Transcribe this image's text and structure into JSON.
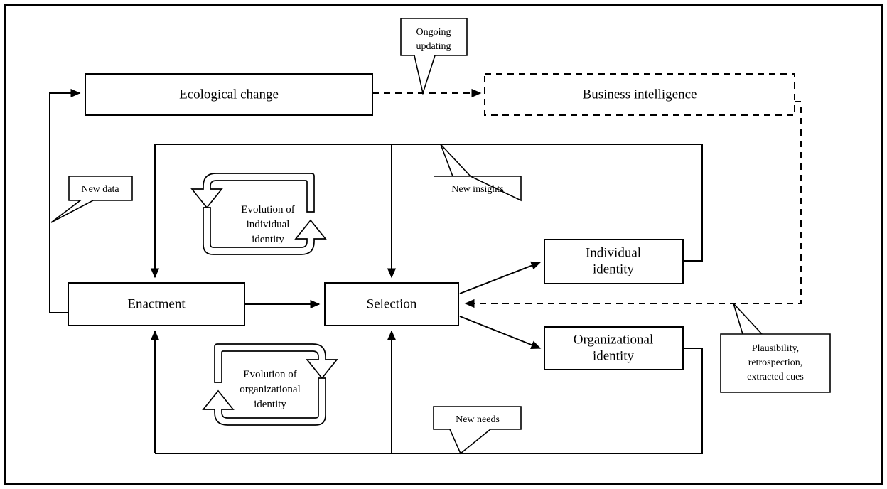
{
  "diagram": {
    "title": "Sensemaking and business intelligence process model",
    "colors": {
      "line": "#000000",
      "background": "#ffffff",
      "box_fill": "#ffffff"
    },
    "boxes": [
      {
        "id": "ecological-change",
        "label": "Ecological change",
        "style": "solid"
      },
      {
        "id": "business-intelligence",
        "label": "Business intelligence",
        "style": "dashed"
      },
      {
        "id": "enactment",
        "label": "Enactment",
        "style": "solid"
      },
      {
        "id": "selection",
        "label": "Selection",
        "style": "solid"
      },
      {
        "id": "individual-identity",
        "label_line1": "Individual",
        "label_line2": "identity",
        "style": "solid"
      },
      {
        "id": "organizational-identity",
        "label_line1": "Organizational",
        "label_line2": "identity",
        "style": "solid"
      }
    ],
    "cycles": [
      {
        "id": "evolution-individual-identity",
        "line1": "Evolution of",
        "line2": "individual",
        "line3": "identity"
      },
      {
        "id": "evolution-organizational-identity",
        "line1": "Evolution of",
        "line2": "organizational",
        "line3": "identity"
      }
    ],
    "callouts": [
      {
        "id": "ongoing-updating",
        "line1": "Ongoing",
        "line2": "updating"
      },
      {
        "id": "new-data",
        "line1": "New data"
      },
      {
        "id": "new-insights",
        "line1": "New insights"
      },
      {
        "id": "new-needs",
        "line1": "New needs"
      },
      {
        "id": "plausibility",
        "line1": "Plausibility,",
        "line2": "retrospection,",
        "line3": "extracted cues"
      }
    ]
  }
}
